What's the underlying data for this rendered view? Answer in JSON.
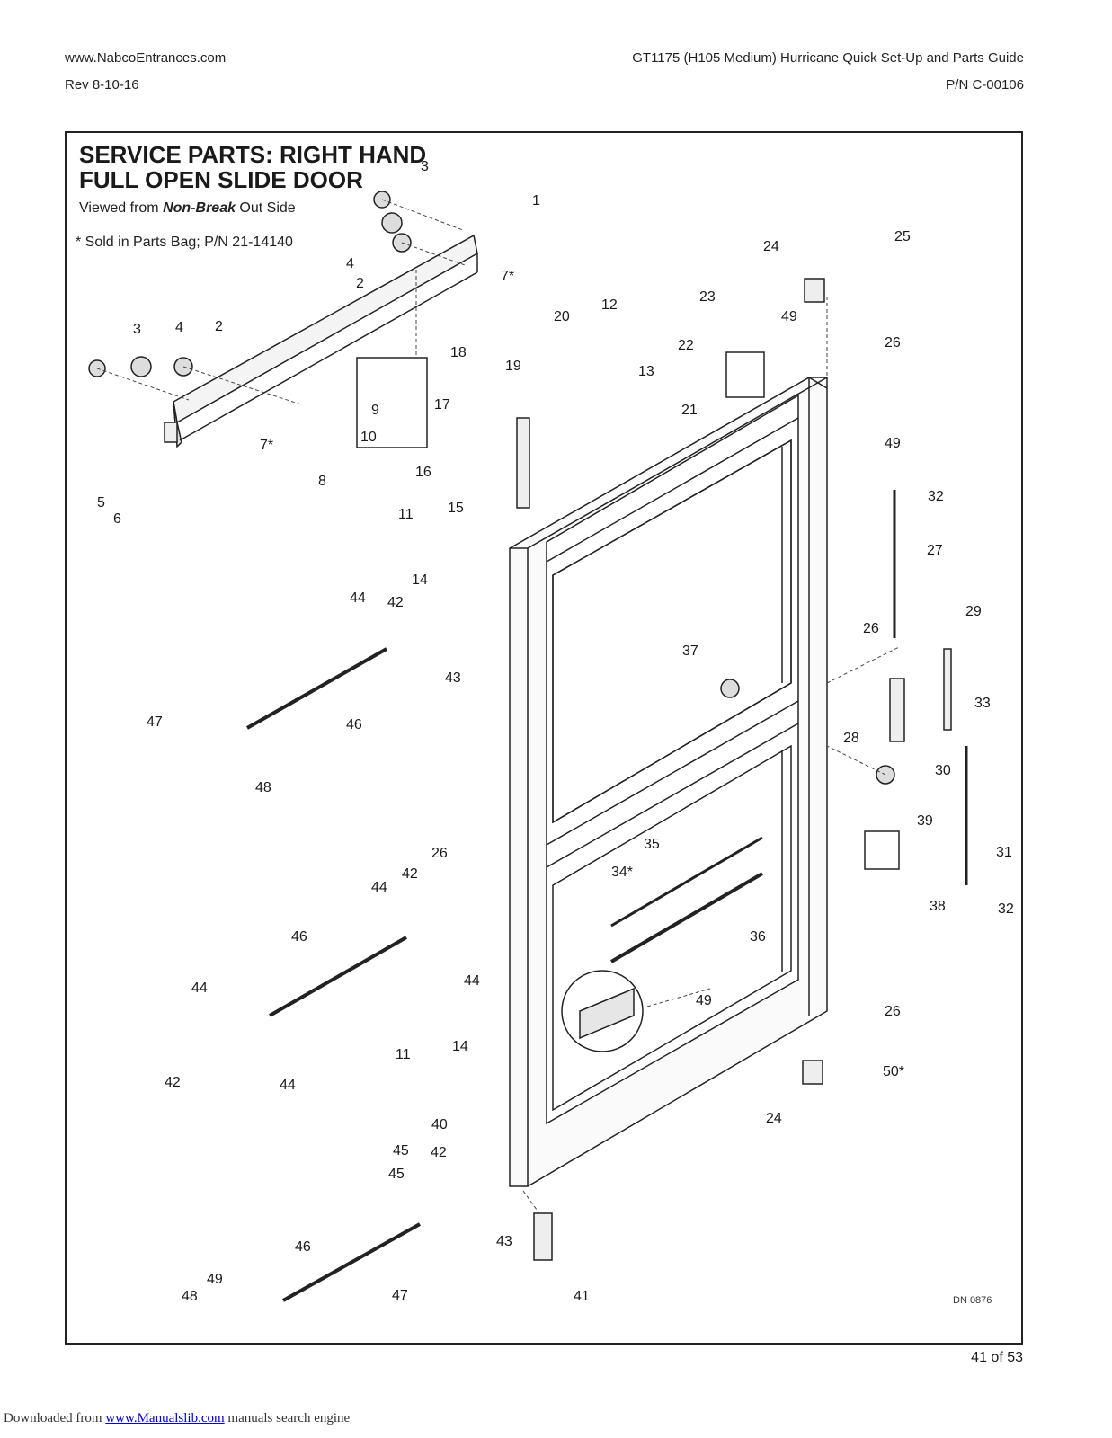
{
  "header": {
    "website": "www.NabcoEntrances.com",
    "guide_title": "GT1175 (H105 Medium) Hurricane Quick Set-Up and Parts Guide",
    "revision": "Rev 8-10-16",
    "part_number": "P/N C-00106"
  },
  "diagram": {
    "title_line1": "SERVICE PARTS:  RIGHT HAND",
    "title_line2": "FULL OPEN SLIDE DOOR",
    "viewed_prefix": "Viewed from ",
    "viewed_emphasis": "Non-Break",
    "viewed_suffix": " Out Side",
    "parts_bag_note": "*    Sold in Parts Bag; P/N 21-14140",
    "drawing_number": "DN 0876",
    "callouts": [
      "1",
      "2",
      "2",
      "3",
      "3",
      "4",
      "4",
      "5",
      "6",
      "7*",
      "7*",
      "8",
      "9",
      "10",
      "11",
      "11",
      "12",
      "13",
      "14",
      "14",
      "15",
      "16",
      "17",
      "18",
      "19",
      "20",
      "21",
      "22",
      "23",
      "24",
      "24",
      "25",
      "26",
      "26",
      "26",
      "26",
      "27",
      "28",
      "29",
      "30",
      "31",
      "32",
      "32",
      "33",
      "34*",
      "35",
      "36",
      "37",
      "38",
      "39",
      "40",
      "41",
      "42",
      "42",
      "42",
      "42",
      "43",
      "43",
      "44",
      "44",
      "44",
      "44",
      "44",
      "45",
      "45",
      "46",
      "46",
      "46",
      "47",
      "47",
      "48",
      "48",
      "49",
      "49",
      "49",
      "49",
      "50*"
    ]
  },
  "footer": {
    "page": "41 of 53",
    "downloaded_from": "Downloaded from ",
    "link": "www.Manualslib.com",
    "tagline": " manuals search engine"
  }
}
